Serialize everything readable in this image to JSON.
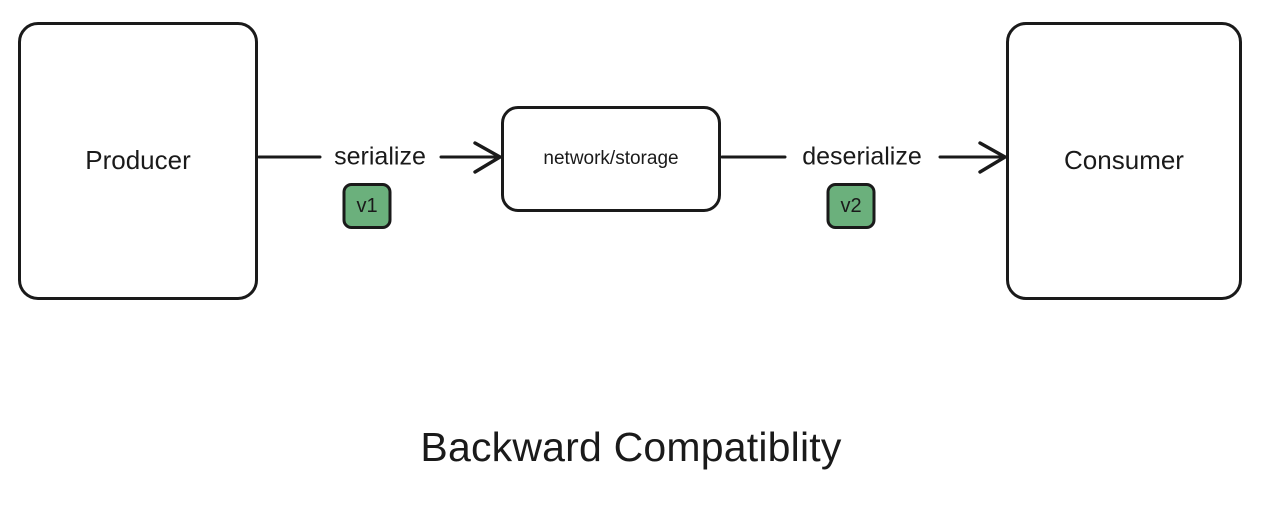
{
  "diagram": {
    "title": "Backward Compatiblity",
    "background_color": "#ffffff",
    "stroke_color": "#1a1a1a",
    "badge_color": "#6bb07c",
    "nodes": [
      {
        "id": "producer",
        "label": "Producer"
      },
      {
        "id": "transport",
        "label": "network/storage"
      },
      {
        "id": "consumer",
        "label": "Consumer"
      }
    ],
    "edges": [
      {
        "id": "serialize",
        "label": "serialize",
        "from": "producer",
        "to": "transport",
        "badge": "v1",
        "arrowhead": "open-chevron-arrow-icon"
      },
      {
        "id": "deserialize",
        "label": "deserialize",
        "from": "transport",
        "to": "consumer",
        "badge": "v2",
        "arrowhead": "open-chevron-arrow-icon"
      }
    ]
  }
}
